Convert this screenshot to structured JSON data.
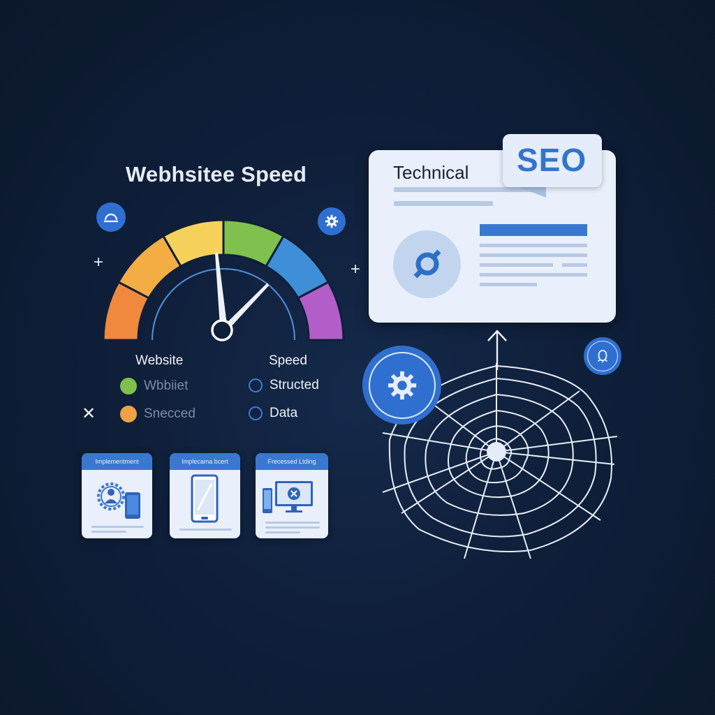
{
  "speed_section": {
    "title": "Webhsitee Speed",
    "gauge": {
      "segments": [
        {
          "name": "orange",
          "color": "#f0893e"
        },
        {
          "name": "amber",
          "color": "#f4ad45"
        },
        {
          "name": "yellow",
          "color": "#f6d25c"
        },
        {
          "name": "green",
          "color": "#7fc04f"
        },
        {
          "name": "blue",
          "color": "#3f8fd8"
        },
        {
          "name": "purple",
          "color": "#b35ec8"
        }
      ]
    },
    "icons": {
      "left": "gauge-icon",
      "right": "gear-icon"
    },
    "legend": {
      "col1_header": "Website",
      "col2_header": "Speed",
      "col1_items": [
        {
          "label": "Wbbiiet",
          "color": "#7fc04f"
        },
        {
          "label": "Snecced",
          "color": "#f0a045"
        }
      ],
      "col2_items": [
        {
          "label": "Structed"
        },
        {
          "label": "Data"
        }
      ]
    }
  },
  "cards": [
    {
      "header": "Implementment",
      "icon": "user-gear-phone-icon"
    },
    {
      "header": "Implecama bcert",
      "icon": "smartphone-icon"
    },
    {
      "header": "Frecessed Ltding",
      "icon": "desktop-phone-icon"
    }
  ],
  "seo_panel": {
    "heading": "Technical",
    "badge": "SEO",
    "icon": "link-node-icon"
  },
  "crawler": {
    "left_icon": "gear-icon",
    "right_icon": "bug-icon",
    "graphic": "spider-web"
  },
  "colors": {
    "background": "#0f1f3a",
    "accent": "#3a78d0",
    "panel": "#e9f0fb"
  }
}
